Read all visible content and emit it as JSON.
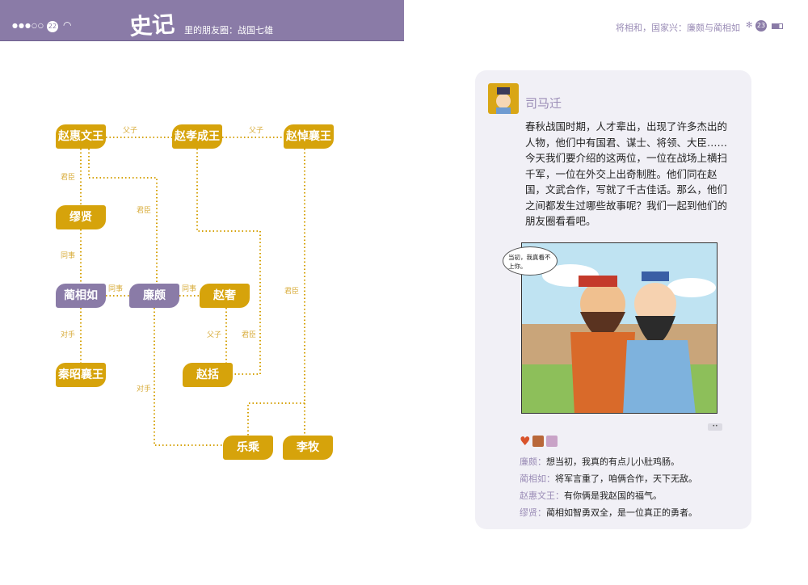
{
  "left_header": {
    "signal": "●●●○○",
    "page": "22",
    "logo": "史记",
    "title": "里的朋友圈：战国七雄"
  },
  "right_header": {
    "title": "将相和，国家兴：廉颇与蔺相如",
    "bluetooth": "✻",
    "page": "23"
  },
  "diagram": {
    "nodes": {
      "zhw": "赵惠文王",
      "zxc": "赵孝成王",
      "zdx": "赵悼襄王",
      "mx": "缪贤",
      "lxr": "蔺相如",
      "lp": "廉颇",
      "zs": "赵奢",
      "qzx": "秦昭襄王",
      "zk": "赵括",
      "lc": "乐乘",
      "lm": "李牧"
    },
    "relations": {
      "fz1": "父子",
      "fz2": "父子",
      "jc1": "君臣",
      "jc2": "君臣",
      "jc3": "君臣",
      "jc4": "君臣",
      "ts1": "同事",
      "ts2": "同事",
      "ts3": "同事",
      "ds1": "对手",
      "ds2": "对手",
      "fz3": "父子"
    }
  },
  "post": {
    "author": "司马迁",
    "text": "春秋战国时期，人才辈出，出现了许多杰出的人物，他们中有国君、谋士、将领、大臣……今天我们要介绍的这两位，一位在战场上横扫千军，一位在外交上出奇制胜。他们同在赵国，文武合作，写就了千古佳话。那么，他们之间都发生过哪些故事呢？我们一起到他们的朋友圈看看吧。",
    "speech": "当初，我真看不上你。",
    "more": "••",
    "comments": [
      {
        "name": "廉颇：",
        "text": "想当初，我真的有点儿小肚鸡肠。"
      },
      {
        "name": "蔺相如：",
        "text": "将军言重了，咱俩合作，天下无敌。"
      },
      {
        "name": "赵惠文王：",
        "text": "有你俩是我赵国的福气。"
      },
      {
        "name": "缪贤：",
        "text": "蔺相如智勇双全，是一位真正的勇者。"
      }
    ]
  },
  "colors": {
    "purple": "#8a7ba7",
    "gold": "#d6a30b"
  }
}
